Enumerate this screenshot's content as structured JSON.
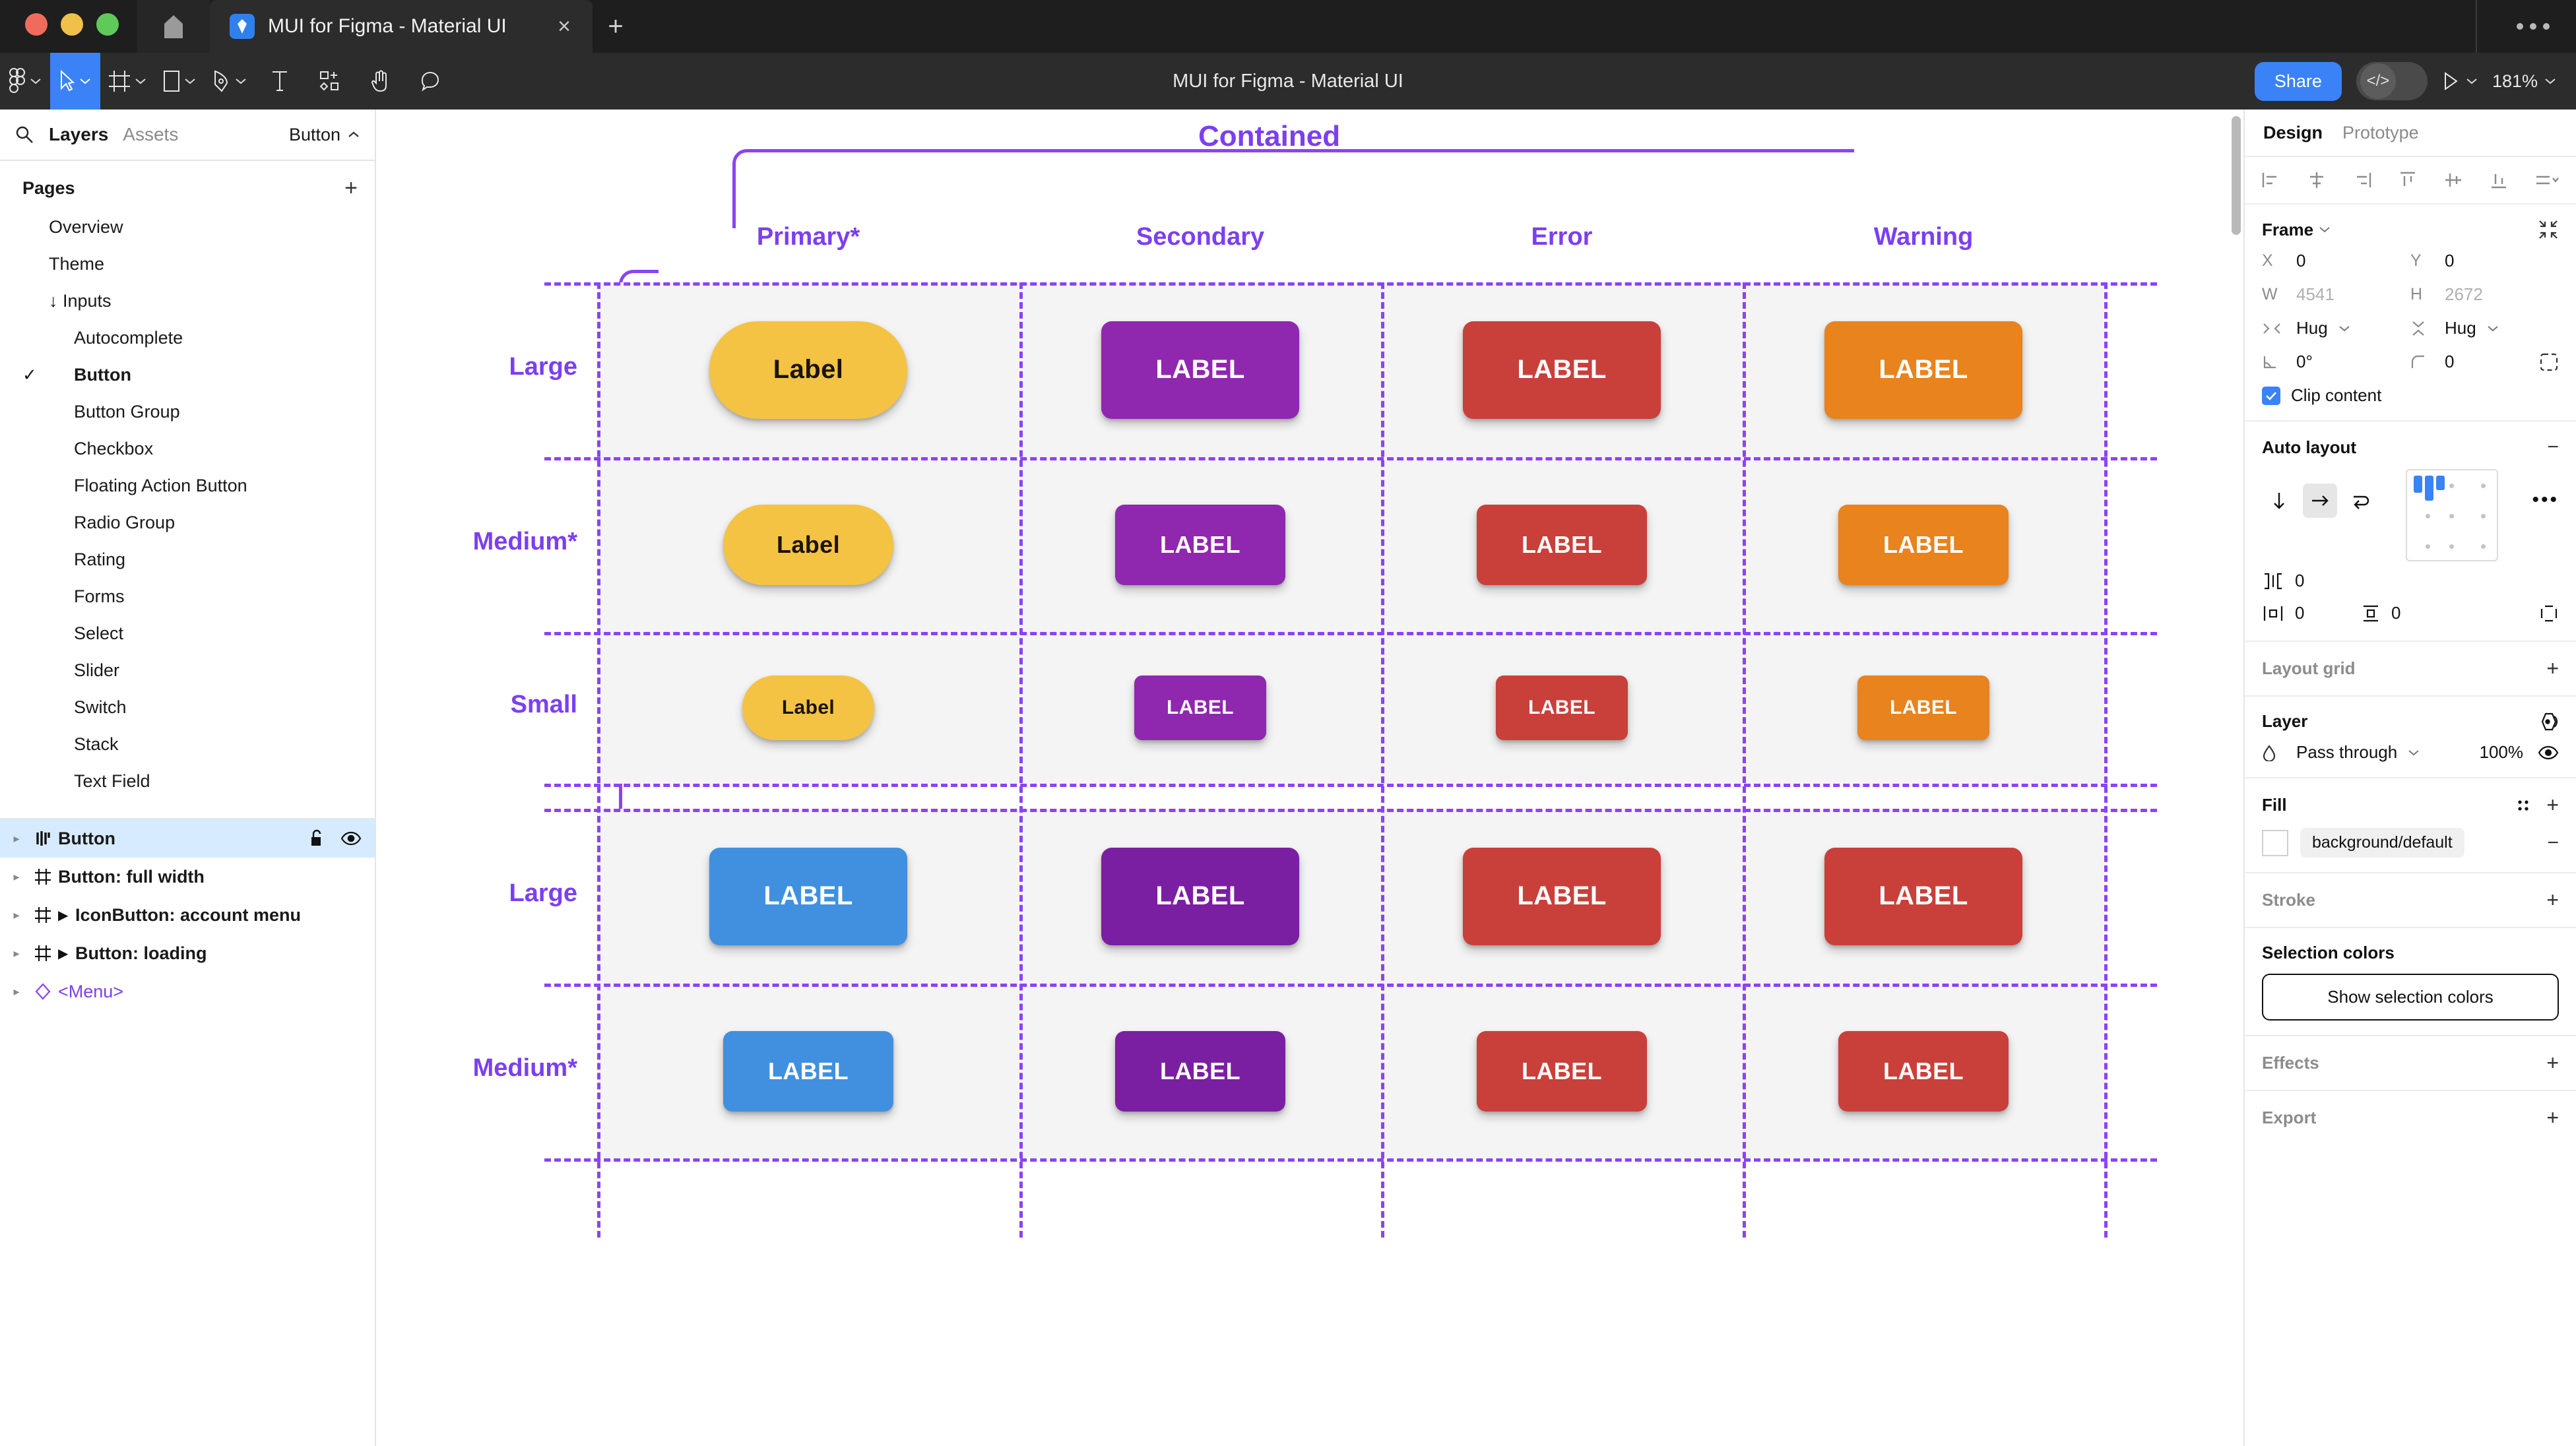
{
  "browser": {
    "tab_title": "MUI for Figma - Material UI",
    "close_label": "×",
    "newtab_label": "+",
    "menu_icon": "overflow-menu-icon"
  },
  "toolbar": {
    "document_title": "MUI for Figma - Material UI",
    "share_label": "Share",
    "code_label": "</>",
    "zoom_level": "181%",
    "tools": [
      {
        "name": "figma-menu-icon",
        "has_chevron": true
      },
      {
        "name": "move-tool-icon",
        "has_chevron": true,
        "active": true
      },
      {
        "name": "frame-tool-icon",
        "has_chevron": true
      },
      {
        "name": "shape-tool-icon",
        "has_chevron": true
      },
      {
        "name": "pen-tool-icon",
        "has_chevron": true
      },
      {
        "name": "text-tool-icon",
        "has_chevron": false
      },
      {
        "name": "resources-tool-icon",
        "has_chevron": false
      },
      {
        "name": "hand-tool-icon",
        "has_chevron": false
      },
      {
        "name": "comment-tool-icon",
        "has_chevron": false
      }
    ]
  },
  "left_panel": {
    "search_icon": "search-icon",
    "tabs": [
      {
        "label": "Layers",
        "active": true
      },
      {
        "label": "Assets",
        "active": false
      }
    ],
    "selector_label": "Button",
    "pages_title": "Pages",
    "add_page_label": "+",
    "pages": [
      {
        "label": "Overview",
        "indent": 1,
        "checked": false,
        "bold": false,
        "arrow": ""
      },
      {
        "label": "Theme",
        "indent": 1,
        "checked": false,
        "bold": false,
        "arrow": ""
      },
      {
        "label": "Inputs",
        "indent": 1,
        "checked": false,
        "bold": false,
        "arrow": "↓"
      },
      {
        "label": "Autocomplete",
        "indent": 2,
        "checked": false,
        "bold": false,
        "arrow": ""
      },
      {
        "label": "Button",
        "indent": 2,
        "checked": true,
        "bold": true,
        "arrow": ""
      },
      {
        "label": "Button Group",
        "indent": 2,
        "checked": false,
        "bold": false,
        "arrow": ""
      },
      {
        "label": "Checkbox",
        "indent": 2,
        "checked": false,
        "bold": false,
        "arrow": ""
      },
      {
        "label": "Floating Action Button",
        "indent": 2,
        "checked": false,
        "bold": false,
        "arrow": ""
      },
      {
        "label": "Radio Group",
        "indent": 2,
        "checked": false,
        "bold": false,
        "arrow": ""
      },
      {
        "label": "Rating",
        "indent": 2,
        "checked": false,
        "bold": false,
        "arrow": ""
      },
      {
        "label": "Forms",
        "indent": 2,
        "checked": false,
        "bold": false,
        "arrow": ""
      },
      {
        "label": "Select",
        "indent": 2,
        "checked": false,
        "bold": false,
        "arrow": ""
      },
      {
        "label": "Slider",
        "indent": 2,
        "checked": false,
        "bold": false,
        "arrow": ""
      },
      {
        "label": "Switch",
        "indent": 2,
        "checked": false,
        "bold": false,
        "arrow": ""
      },
      {
        "label": "Stack",
        "indent": 2,
        "checked": false,
        "bold": false,
        "arrow": ""
      },
      {
        "label": "Text Field",
        "indent": 2,
        "checked": false,
        "bold": false,
        "arrow": ""
      }
    ],
    "layers": [
      {
        "label": "Button",
        "icon": "component-set-icon",
        "selected": true,
        "caret": false,
        "lock": true,
        "eye": true,
        "component": false
      },
      {
        "label": "Button: full width",
        "icon": "frame-icon",
        "selected": false,
        "caret": false,
        "lock": false,
        "eye": false,
        "component": false
      },
      {
        "label": "IconButton: account menu",
        "icon": "frame-icon",
        "selected": false,
        "caret": true,
        "lock": false,
        "eye": false,
        "component": false
      },
      {
        "label": "Button: loading",
        "icon": "frame-icon",
        "selected": false,
        "caret": true,
        "lock": false,
        "eye": false,
        "component": false
      },
      {
        "label": "<Menu>",
        "icon": "component-icon",
        "selected": false,
        "caret": false,
        "lock": false,
        "eye": false,
        "component": true
      }
    ]
  },
  "canvas": {
    "container_label": "Contained",
    "accent_color": "#7b3ff2",
    "cell_bg": "#f4f4f4",
    "columns": [
      "Primary*",
      "Secondary",
      "Error",
      "Warning"
    ],
    "group1_rows": [
      "Large",
      "Medium*",
      "Small"
    ],
    "group2_rows": [
      "Large",
      "Medium*"
    ],
    "buttons": [
      {
        "row": "Large",
        "col": "Primary*",
        "text": "Label",
        "bg": "#f5c343",
        "fg": "#1a1408",
        "size": "large",
        "pill": true,
        "group": 1
      },
      {
        "row": "Large",
        "col": "Secondary",
        "text": "LABEL",
        "bg": "#9027af",
        "fg": "#ffffff",
        "size": "large",
        "pill": false,
        "group": 1
      },
      {
        "row": "Large",
        "col": "Error",
        "text": "LABEL",
        "bg": "#c9403a",
        "fg": "#ffffff",
        "size": "large",
        "pill": false,
        "group": 1
      },
      {
        "row": "Large",
        "col": "Warning",
        "text": "LABEL",
        "bg": "#e8831e",
        "fg": "#ffffff",
        "size": "large",
        "pill": false,
        "group": 1
      },
      {
        "row": "Medium*",
        "col": "Primary*",
        "text": "Label",
        "bg": "#f5c343",
        "fg": "#1a1408",
        "size": "medium",
        "pill": true,
        "group": 1
      },
      {
        "row": "Medium*",
        "col": "Secondary",
        "text": "LABEL",
        "bg": "#9027af",
        "fg": "#ffffff",
        "size": "medium",
        "pill": false,
        "group": 1
      },
      {
        "row": "Medium*",
        "col": "Error",
        "text": "LABEL",
        "bg": "#c9403a",
        "fg": "#ffffff",
        "size": "medium",
        "pill": false,
        "group": 1
      },
      {
        "row": "Medium*",
        "col": "Warning",
        "text": "LABEL",
        "bg": "#e8831e",
        "fg": "#ffffff",
        "size": "medium",
        "pill": false,
        "group": 1
      },
      {
        "row": "Small",
        "col": "Primary*",
        "text": "Label",
        "bg": "#f5c343",
        "fg": "#1a1408",
        "size": "small",
        "pill": true,
        "group": 1
      },
      {
        "row": "Small",
        "col": "Secondary",
        "text": "LABEL",
        "bg": "#9027af",
        "fg": "#ffffff",
        "size": "small",
        "pill": false,
        "group": 1
      },
      {
        "row": "Small",
        "col": "Error",
        "text": "LABEL",
        "bg": "#c9403a",
        "fg": "#ffffff",
        "size": "small",
        "pill": false,
        "group": 1
      },
      {
        "row": "Small",
        "col": "Warning",
        "text": "LABEL",
        "bg": "#e8831e",
        "fg": "#ffffff",
        "size": "small",
        "pill": false,
        "group": 1
      },
      {
        "row": "Large",
        "col": "Primary*",
        "text": "LABEL",
        "bg": "#4190df",
        "fg": "#ffffff",
        "size": "large",
        "pill": false,
        "group": 2
      },
      {
        "row": "Large",
        "col": "Secondary",
        "text": "LABEL",
        "bg": "#7b1fa2",
        "fg": "#ffffff",
        "size": "large",
        "pill": false,
        "group": 2
      },
      {
        "row": "Large",
        "col": "Error",
        "text": "LABEL",
        "bg": "#c9403a",
        "fg": "#ffffff",
        "size": "large",
        "pill": false,
        "group": 2
      },
      {
        "row": "Large",
        "col": "Warning",
        "text": "LABEL",
        "bg": "#c9403a",
        "fg": "#ffffff",
        "size": "large",
        "pill": false,
        "group": 2
      },
      {
        "row": "Medium*",
        "col": "Primary*",
        "text": "LABEL",
        "bg": "#4190df",
        "fg": "#ffffff",
        "size": "medium",
        "pill": false,
        "group": 2
      },
      {
        "row": "Medium*",
        "col": "Secondary",
        "text": "LABEL",
        "bg": "#7b1fa2",
        "fg": "#ffffff",
        "size": "medium",
        "pill": false,
        "group": 2
      },
      {
        "row": "Medium*",
        "col": "Error",
        "text": "LABEL",
        "bg": "#c9403a",
        "fg": "#ffffff",
        "size": "medium",
        "pill": false,
        "group": 2
      },
      {
        "row": "Medium*",
        "col": "Warning",
        "text": "LABEL",
        "bg": "#c9403a",
        "fg": "#ffffff",
        "size": "medium",
        "pill": false,
        "group": 2
      }
    ]
  },
  "right_panel": {
    "tabs": [
      {
        "label": "Design",
        "active": true
      },
      {
        "label": "Prototype",
        "active": false
      }
    ],
    "frame": {
      "title": "Frame",
      "x_label": "X",
      "x_value": "0",
      "y_label": "Y",
      "y_value": "0",
      "w_label": "W",
      "w_value": "4541",
      "h_label": "H",
      "h_value": "2672",
      "width_mode": "Hug",
      "height_mode": "Hug",
      "rotation": "0°",
      "corner_radius": "0",
      "clip_content_label": "Clip content",
      "clip_content_checked": true
    },
    "auto_layout": {
      "title": "Auto layout",
      "remove_label": "−",
      "direction": "horizontal",
      "gap_value": "0",
      "horizontal_padding": "0",
      "vertical_padding": "0",
      "more_label": "•••"
    },
    "layout_grid": {
      "title": "Layout grid",
      "add_label": "+"
    },
    "layer": {
      "title": "Layer",
      "blend_mode": "Pass through",
      "opacity": "100%"
    },
    "fill": {
      "title": "Fill",
      "add_label": "+",
      "token": "background/default",
      "remove_label": "−",
      "swatch_color": "#ffffff"
    },
    "stroke": {
      "title": "Stroke",
      "add_label": "+"
    },
    "selection_colors": {
      "title": "Selection colors",
      "button_label": "Show selection colors"
    },
    "effects": {
      "title": "Effects",
      "add_label": "+"
    },
    "export": {
      "title": "Export",
      "add_label": "+"
    }
  }
}
